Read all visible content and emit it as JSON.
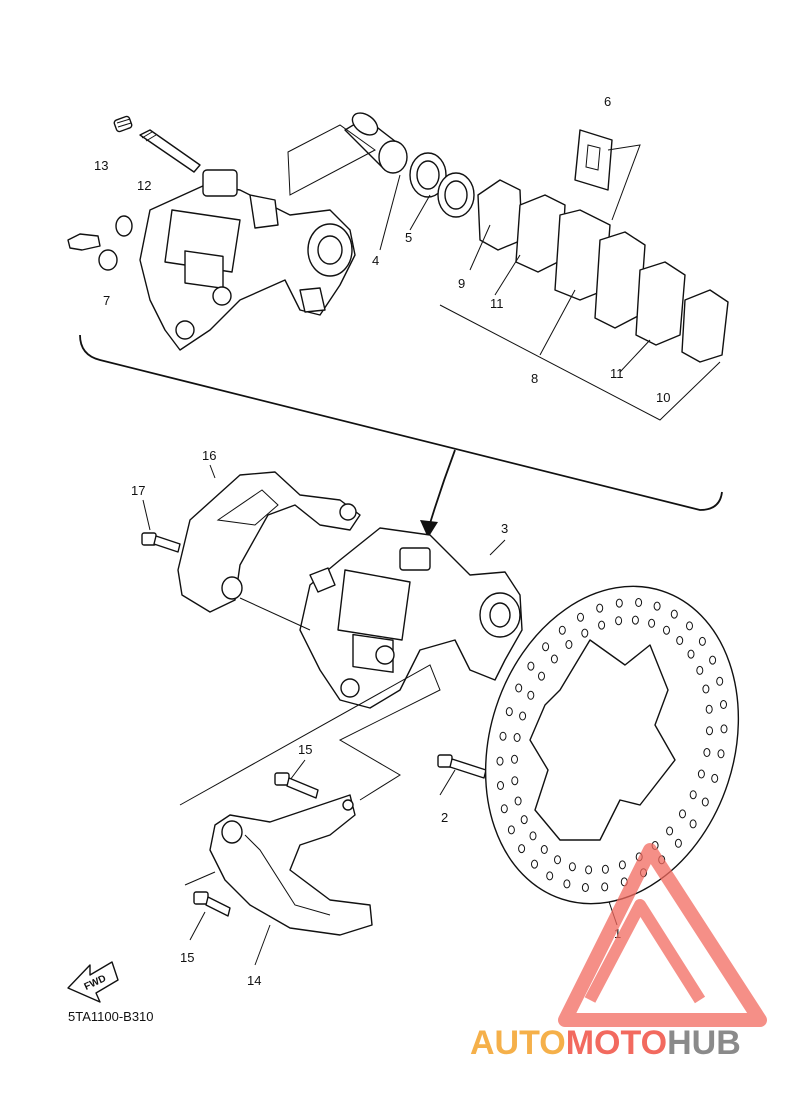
{
  "diagram": {
    "diagram_code": "5TA1100-B310",
    "fwd_label": "FWD",
    "watermark": "AUTOMOTOHUB",
    "watermark_parts": [
      "AUTO",
      "MOTO",
      "HUB"
    ],
    "colors": {
      "line": "#111111",
      "watermark_red": "#f26a5f",
      "watermark_orange": "#f5b04a",
      "watermark_gray": "#8a8a8a"
    },
    "callouts": [
      "1",
      "2",
      "3",
      "4",
      "5",
      "6",
      "7",
      "8",
      "9",
      "10",
      "11",
      "11",
      "12",
      "13",
      "14",
      "15",
      "15",
      "16",
      "17"
    ]
  }
}
